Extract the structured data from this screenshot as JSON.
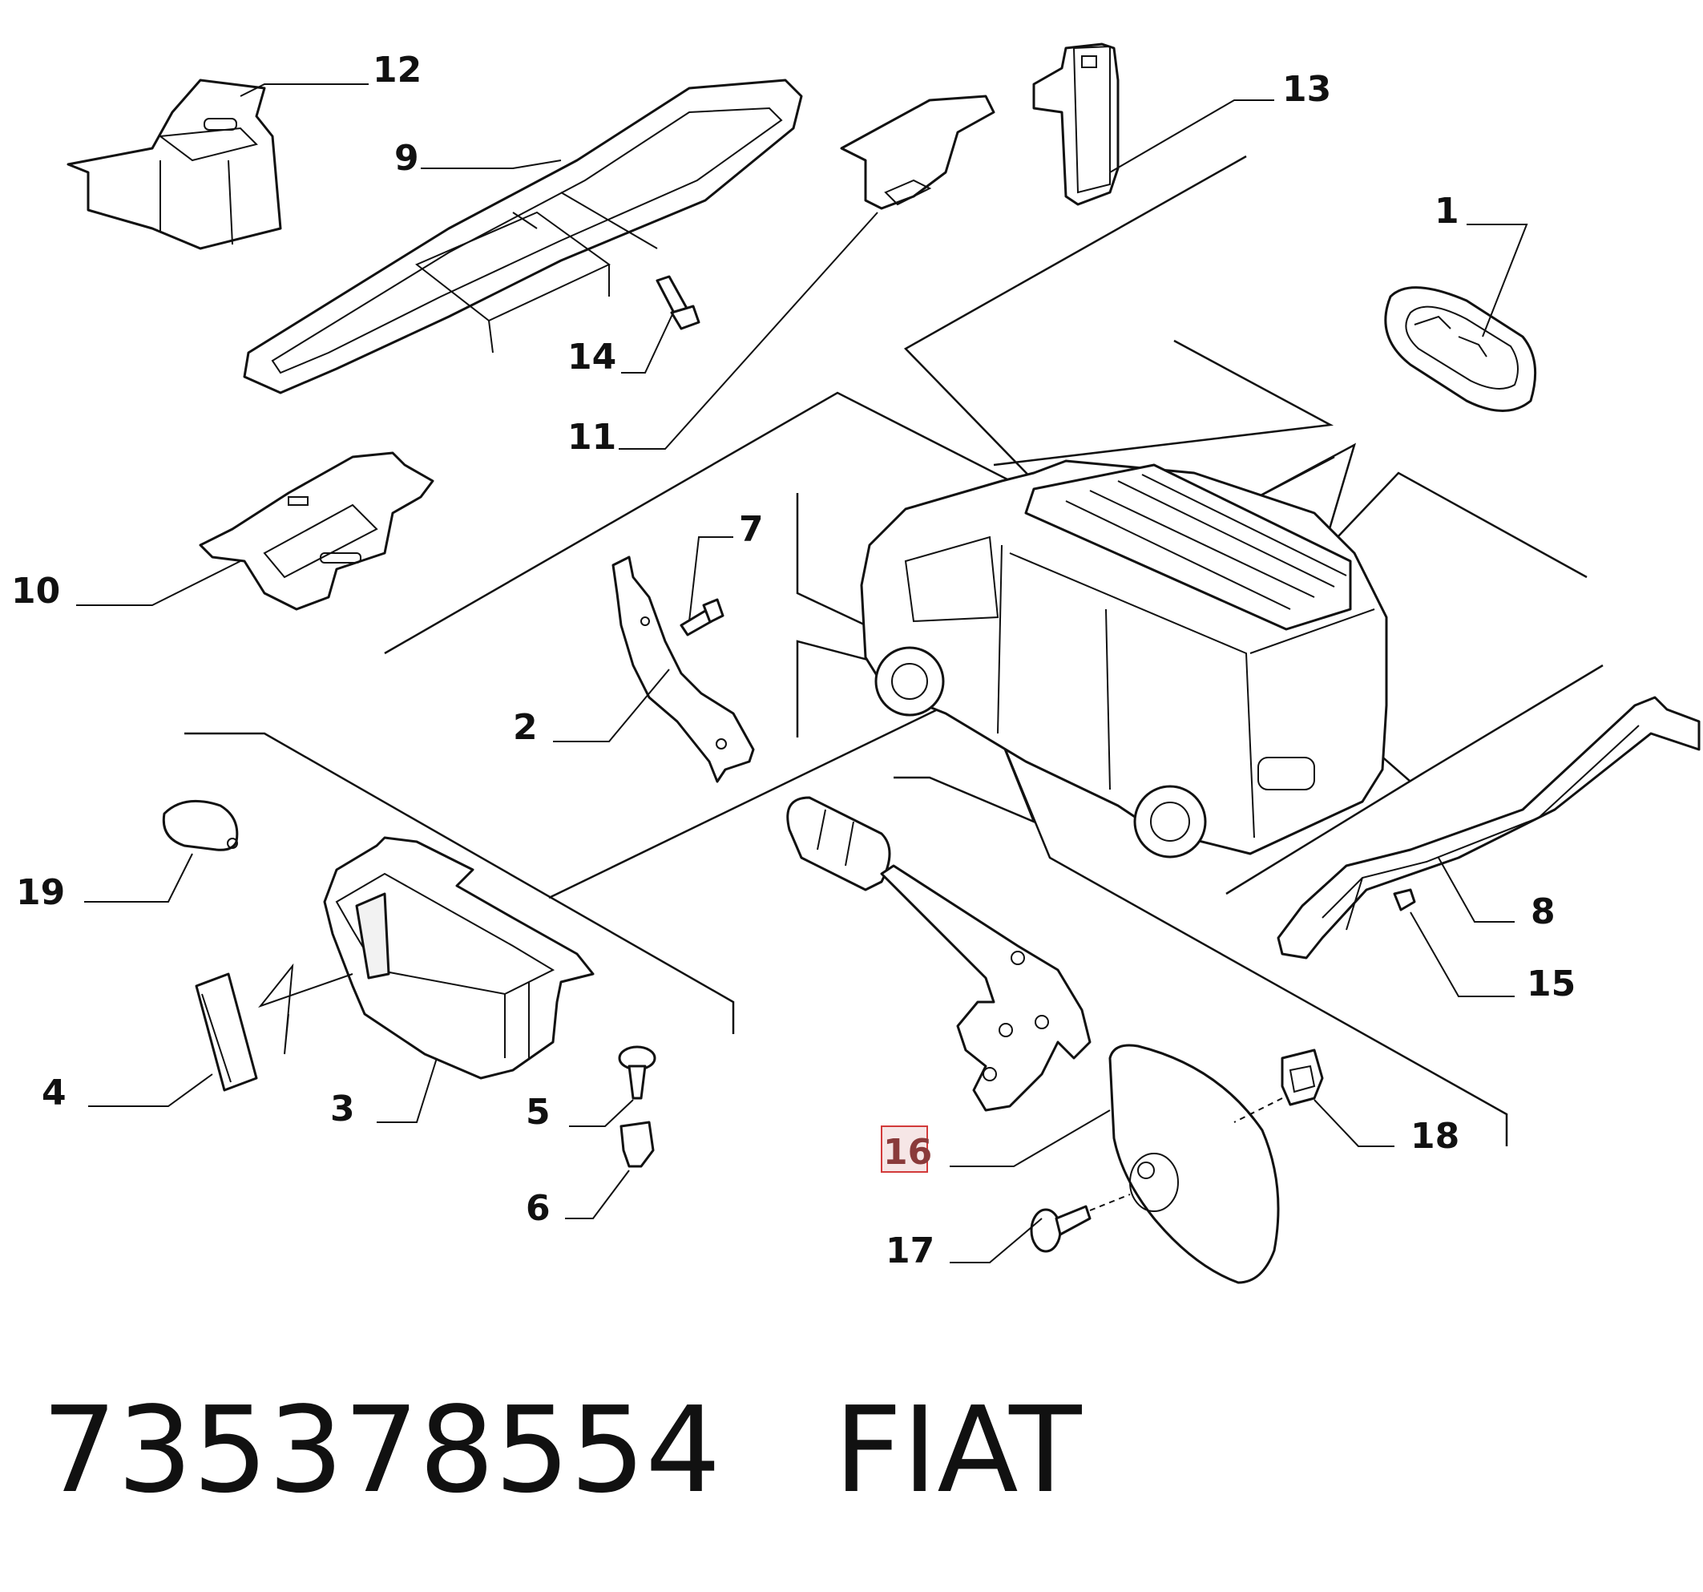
{
  "diagram": {
    "labels": {
      "p1": "1",
      "p2": "2",
      "p3": "3",
      "p4": "4",
      "p5": "5",
      "p6": "6",
      "p7": "7",
      "p8": "8",
      "p9": "9",
      "p10": "10",
      "p11": "11",
      "p12": "12",
      "p13": "13",
      "p14": "14",
      "p15": "15",
      "p16": "16",
      "p17": "17",
      "p18": "18",
      "p19": "19"
    },
    "highlighted": "16",
    "highlight_color": "#d23a3a"
  },
  "caption": {
    "part_number": "735378554",
    "brand": "FIAT"
  }
}
